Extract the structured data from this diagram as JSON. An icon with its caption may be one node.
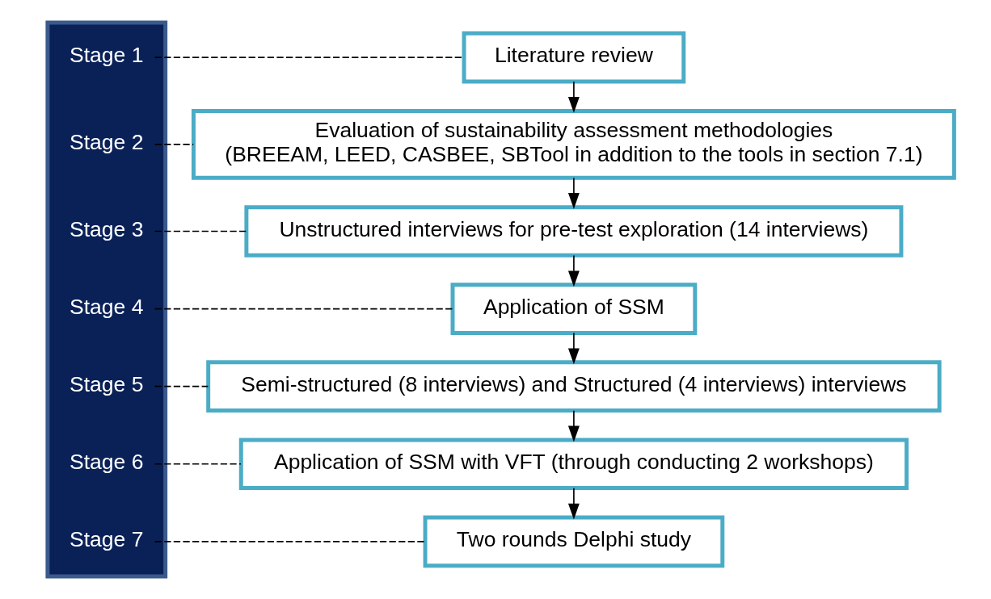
{
  "diagram": {
    "nodes": [
      {
        "text": [],
        "shape": "bar"
      },
      {
        "text": [
          "Stage 1"
        ],
        "in": 0
      },
      {
        "text": [
          "Stage 2"
        ],
        "in": 0
      },
      {
        "text": [
          "Stage 3"
        ],
        "in": 0
      },
      {
        "text": [
          "Stage 4"
        ],
        "in": 0
      },
      {
        "text": [
          "Stage 5"
        ],
        "in": 0
      },
      {
        "text": [
          "Stage 6"
        ],
        "in": 0
      },
      {
        "text": [
          "Stage 7"
        ],
        "in": 0
      },
      {
        "text": [
          "Literature review"
        ]
      },
      {
        "text": [
          "Evaluation of sustainability assessment methodologies (BREEAM, LEED, CASBEE, SBTool in addition to the tools in section 7.1)"
        ]
      },
      {
        "text": [
          "Unstructured interviews for pre-test exploration (14 interviews)"
        ]
      },
      {
        "text": [
          "Application of SSM"
        ]
      },
      {
        "text": [
          "Semi-structured (8 interviews) and Structured (4 interviews) interviews"
        ]
      },
      {
        "text": [
          "Application of SSM with VFT (through conducting 2 workshops)"
        ]
      },
      {
        "text": [
          "Two rounds Delphi study"
        ]
      }
    ],
    "edges": [
      {
        "from": 1,
        "to": 8,
        "arrow": "none",
        "style": "dashed"
      },
      {
        "from": 8,
        "to": 9,
        "arrow": "to"
      },
      {
        "from": 2,
        "to": 9,
        "arrow": "none",
        "style": "dashed"
      },
      {
        "from": 9,
        "to": 10,
        "arrow": "to"
      },
      {
        "from": 3,
        "to": 10,
        "arrow": "none",
        "style": "dashed"
      },
      {
        "from": 10,
        "to": 11,
        "arrow": "to"
      },
      {
        "from": 4,
        "to": 11,
        "arrow": "none",
        "style": "dashed"
      },
      {
        "from": 11,
        "to": 12,
        "arrow": "to"
      },
      {
        "from": 5,
        "to": 12,
        "arrow": "none",
        "style": "dashed"
      },
      {
        "from": 12,
        "to": 13,
        "arrow": "to"
      },
      {
        "from": 6,
        "to": 13,
        "arrow": "none",
        "style": "dashed"
      },
      {
        "from": 13,
        "to": 14,
        "arrow": "to"
      },
      {
        "from": 7,
        "to": 14,
        "arrow": "none",
        "style": "dashed"
      }
    ]
  }
}
